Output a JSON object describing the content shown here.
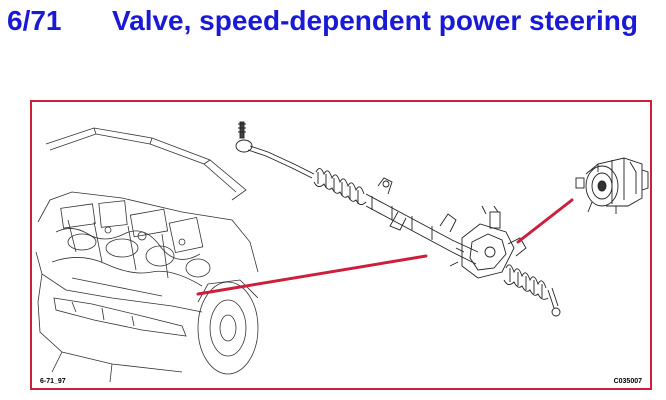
{
  "header": {
    "code": "6/71",
    "title": "Valve, speed-dependent power steering"
  },
  "figure": {
    "label_left": "6-71_97",
    "label_right": "C035007",
    "pointer_color": "#cc1f3c",
    "frame_color": "#cc1f3c",
    "heading_color": "#1a1ad6"
  }
}
